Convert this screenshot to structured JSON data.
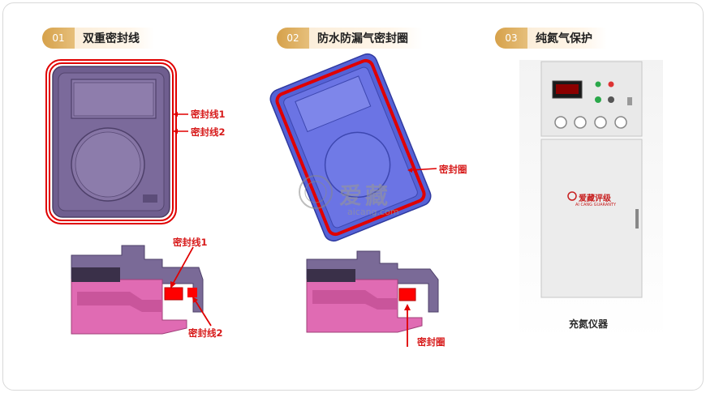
{
  "steps": [
    {
      "num": "01",
      "title": "双重密封线"
    },
    {
      "num": "02",
      "title": "防水防漏气密封圈"
    },
    {
      "num": "03",
      "title": "纯氮气保护"
    }
  ],
  "panel1": {
    "top_labels": [
      "密封线1",
      "密封线2"
    ],
    "section_labels": [
      "密封线1",
      "密封线2"
    ]
  },
  "panel2": {
    "top_label": "密封圈",
    "section_label": "密封圈",
    "watermark_cn": "爱藏",
    "watermark_url": "aicang.com"
  },
  "panel3": {
    "caption": "充氮仪器",
    "door_brand_cn": "爱藏评级",
    "door_brand_en": "AI CANG GUARANTY"
  },
  "colors": {
    "accent": "#d6a14a",
    "seal": "#e00000",
    "purple": "#6d5b8c",
    "pink": "#e36fb5",
    "blue": "#5a63dc"
  }
}
